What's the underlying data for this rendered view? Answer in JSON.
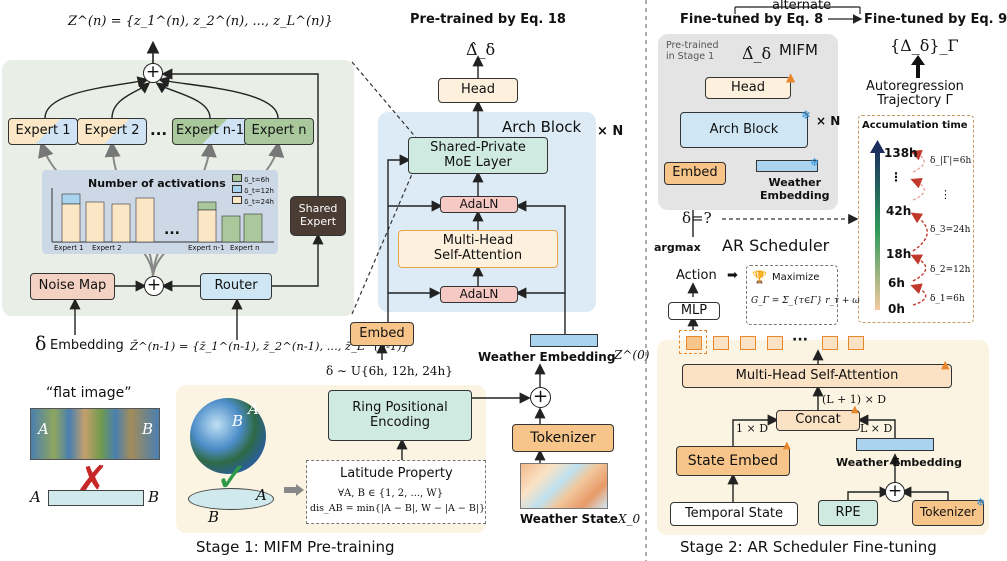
{
  "colors": {
    "moe_panel": "#e9eee6",
    "arch_panel": "#dcebf5",
    "stage1_panel": "#fbf4e2",
    "stage2_panel": "#fbf4e2",
    "head_fill": "#fdf0dc",
    "adaln_fill": "#f6c9c4",
    "expert_fill_a": "#fbe7c6",
    "expert_fill_b": "#cfe3f4",
    "expert_green": "#a9c89c",
    "embed_fill": "#f7c58a",
    "noise_fill": "#f3d2c3",
    "router_fill": "#cfe6f4",
    "shared_expert_fill": "#4a3b33",
    "ring_fill": "#cfeae0",
    "weather_embed_fill": "#a9d3ef",
    "accent_orange": "#e8872b",
    "dashed_grey": "#888888"
  },
  "stage1": {
    "caption": "Stage 1: MIFM Pre-training",
    "top_formula": "Z^(n) = {z_1^(n), z_2^(n), ..., z_L^(n)}",
    "experts": [
      "Expert 1",
      "Expert 2",
      "...",
      "Expert n-1",
      "Expert n"
    ],
    "activation_title": "Number of activations",
    "activation_legend": [
      "δ_t=6h",
      "δ_t=12h",
      "δ_t=24h"
    ],
    "activation_xlabels": [
      "Expert 1",
      "Expert 2",
      "Expert n-1",
      "Expert n"
    ],
    "activation_ellipsis": "...",
    "shared_expert": "Shared\nExpert",
    "noise_map": "Noise Map",
    "router": "Router",
    "delta_embedding": "Embedding",
    "delta_symbol": "δ",
    "prev_formula": "Z̄^(n-1) = {z̄_1^(n-1), z̄_2^(n-1), ..., z̄_L^(n-1)}",
    "pretrained_label": "Pre-trained by Eq. 18",
    "delta_hat": "Δ̂_δ",
    "head": "Head",
    "arch_block": "Arch Block",
    "times_n": "× N",
    "moe_layer": "Shared-Private\nMoE Layer",
    "adaln": "AdaLN",
    "mhsa": "Multi-Head\nSelf-Attention",
    "embed": "Embed",
    "delta_sampling": "δ ∼ U{6h, 12h, 24h}",
    "weather_embedding": "Weather Embedding",
    "z0": "Z^(0)",
    "tokenizer": "Tokenizer",
    "weather_state": "Weather State",
    "x0": "X_0",
    "flat_image": "“flat image”",
    "point_a": "A",
    "point_b": "B",
    "ring_pe": "Ring Positional\nEncoding",
    "latitude_property": "Latitude Property",
    "lat_formula_1": "∀A, B ∈ {1, 2, ..., W}",
    "lat_formula_2": "dis_AB = min{|A − B|, W − |A − B|}"
  },
  "stage2": {
    "caption": "Stage 2: AR Scheduler Fine-tuning",
    "finetuned_8": "Fine-tuned by Eq. 8",
    "alternate": "alternate",
    "finetuned_9": "Fine-tuned by Eq. 9",
    "pretrained_stage1": "Pre-trained\nin Stage 1",
    "mifm": "MIFM",
    "delta_hat": "Δ̂_δ",
    "head": "Head",
    "arch_block": "Arch Block",
    "times_n": "× N",
    "embed": "Embed",
    "weather_embedding": "Weather\nEmbedding",
    "delta_set": "{Δ_δ}_Γ",
    "autoregression": "Autoregression\nTrajectory Γ",
    "accumulation_time": "Accumulation time",
    "acc_ticks": [
      "138h",
      "⋮",
      "42h",
      "18h",
      "6h",
      "0h"
    ],
    "acc_deltas": [
      "δ_|Γ|=6h",
      "⋮",
      "δ_3=24h",
      "δ_2=12h",
      "δ_1=6h"
    ],
    "delta_query": "δ=?",
    "argmax": "argmax",
    "ar_scheduler": "AR Scheduler",
    "action": "Action",
    "maximize": "Maximize",
    "g_formula": "G_Γ = Σ_{τ∈Γ} r_τ + ω",
    "mlp": "MLP",
    "mhsa": "Multi-Head Self-Attention",
    "l1d": "(L + 1) × D",
    "concat": "Concat",
    "one_d": "1 × D",
    "l_d": "L × D",
    "state_embed": "State Embed",
    "weather_embedding_2": "Weather Embedding",
    "temporal_state": "Temporal State",
    "rpe": "RPE",
    "tokenizer": "Tokenizer"
  }
}
